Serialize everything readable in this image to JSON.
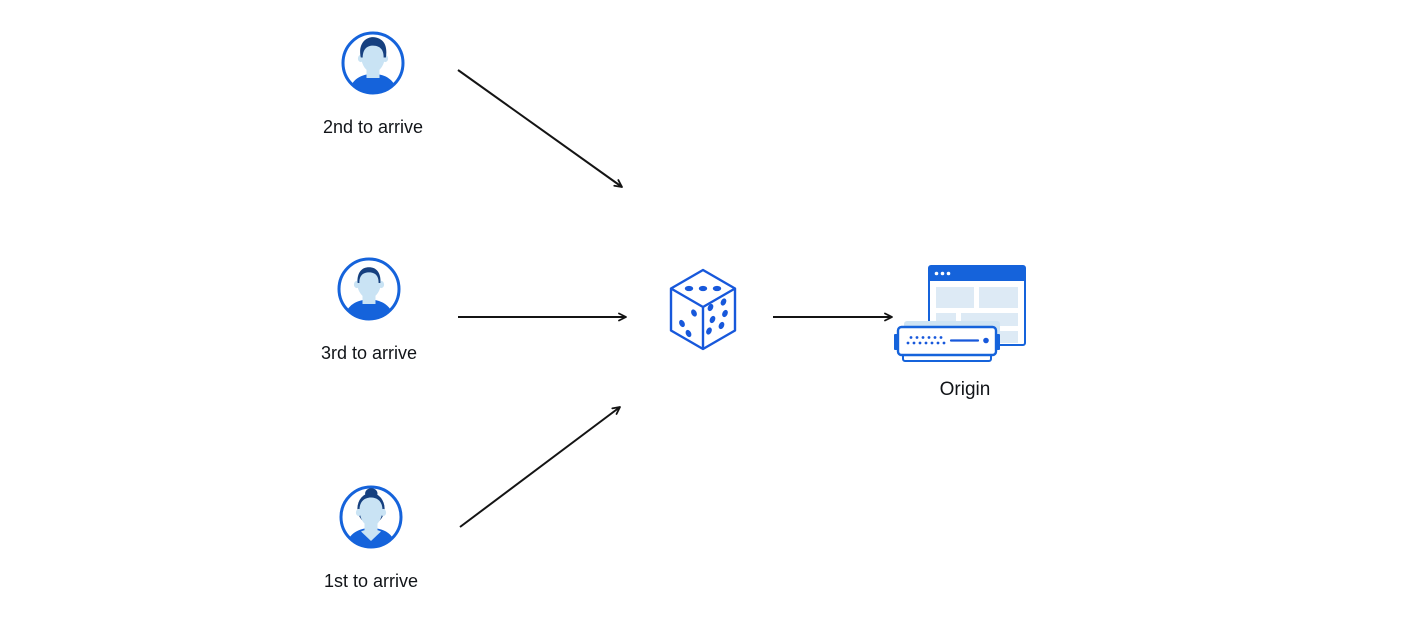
{
  "diagram": {
    "title": "random-steering-diagram",
    "background": "#ffffff",
    "colors": {
      "primary_blue": "#1563db",
      "hair_navy": "#16407f",
      "skin_light_blue": "#c9e3f4",
      "panel_light_blue": "#ddeaf5",
      "shadow_light_blue": "#cfe4f3",
      "arrow_black": "#141414",
      "label_text": "#111418"
    },
    "nodes": {
      "clients": [
        {
          "label": "2nd to arrive",
          "icon": "male-quiff-avatar"
        },
        {
          "label": "3rd to arrive",
          "icon": "male-short-hair-avatar"
        },
        {
          "label": "1st to arrive",
          "icon": "female-bun-avatar"
        }
      ],
      "balancer": {
        "icon": "dice-icon"
      },
      "origin": {
        "label": "Origin",
        "icon": "origin-server-icon"
      }
    },
    "edges": [
      {
        "from": "2nd to arrive",
        "to": "dice"
      },
      {
        "from": "3rd to arrive",
        "to": "dice"
      },
      {
        "from": "1st to arrive",
        "to": "dice"
      },
      {
        "from": "dice",
        "to": "Origin"
      }
    ]
  }
}
